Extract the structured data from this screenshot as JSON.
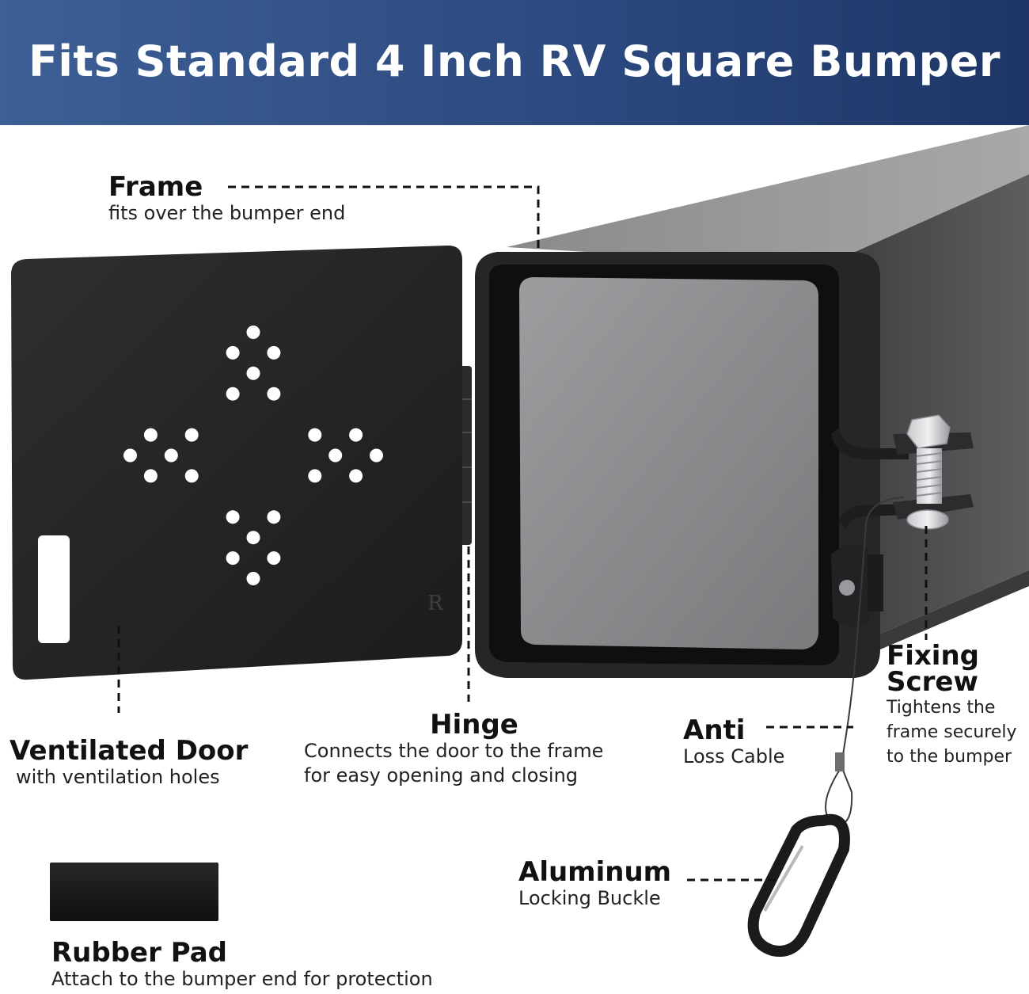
{
  "header": {
    "title": "Fits Standard 4 Inch RV Square Bumper"
  },
  "callouts": {
    "frame": {
      "title": "Frame",
      "desc": "fits over the bumper end"
    },
    "door": {
      "title": "Ventilated Door",
      "desc": "with ventilation holes"
    },
    "hinge": {
      "title": "Hinge",
      "desc_1": "Connects the door to the frame",
      "desc_2": "for easy opening and closing"
    },
    "cable": {
      "title": "Anti",
      "desc": "Loss Cable"
    },
    "screw": {
      "title_1": "Fixing",
      "title_2": "Screw",
      "desc_1": "Tightens the",
      "desc_2": "frame securely",
      "desc_3": "to the bumper"
    },
    "buckle": {
      "title": "Aluminum",
      "desc": "Locking Buckle"
    },
    "pad": {
      "title": "Rubber Pad",
      "desc": "Attach to the bumper end for protection"
    }
  },
  "product": {
    "door_mark": "R"
  },
  "colors": {
    "banner_left": "#3d5f96",
    "banner_right": "#1e3566",
    "metal_dark": "#2a2a2c",
    "bumper_gray": "#555558",
    "lens_gray": "#8f8f92"
  }
}
